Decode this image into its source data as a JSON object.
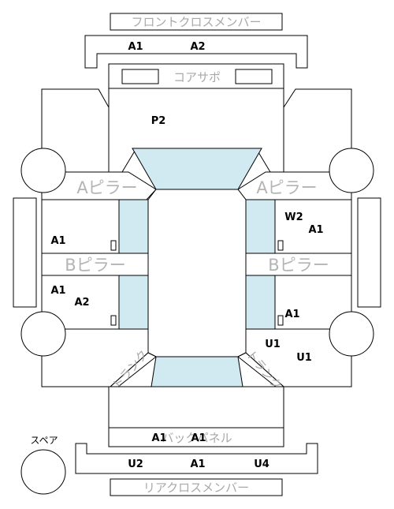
{
  "part_names": {
    "front_cross_member": "フロントクロスメンバー",
    "core_support": "コアサポ",
    "a_pillar_left": "Aピラー",
    "a_pillar_right": "Aピラー",
    "b_pillar_left": "Bピラー",
    "b_pillar_right": "Bピラー",
    "trunk_left": "トランク",
    "trunk_right": "トランク",
    "back_panel": "バックパネル",
    "rear_cross_member": "リアクロスメンバー",
    "spare": "スペア"
  },
  "damage_codes": {
    "front_cross_a1": "A1",
    "front_cross_a2": "A2",
    "hood_p2": "P2",
    "right_front_door_w2": "W2",
    "right_front_door_a1": "A1",
    "left_front_door_a1": "A1",
    "left_rear_door_a1": "A1",
    "left_rear_door_a2": "A2",
    "right_rear_door_a1": "A1",
    "right_rear_quarter_u1a": "U1",
    "right_rear_quarter_u1b": "U1",
    "back_panel_a1a": "A1",
    "back_panel_a1b": "A1",
    "rear_cross_u2": "U2",
    "rear_cross_a1": "A1",
    "rear_cross_u4": "U4"
  },
  "colors": {
    "glass": "#d1e9f1",
    "outline": "#000000",
    "part_label": "#a9a9a9"
  }
}
